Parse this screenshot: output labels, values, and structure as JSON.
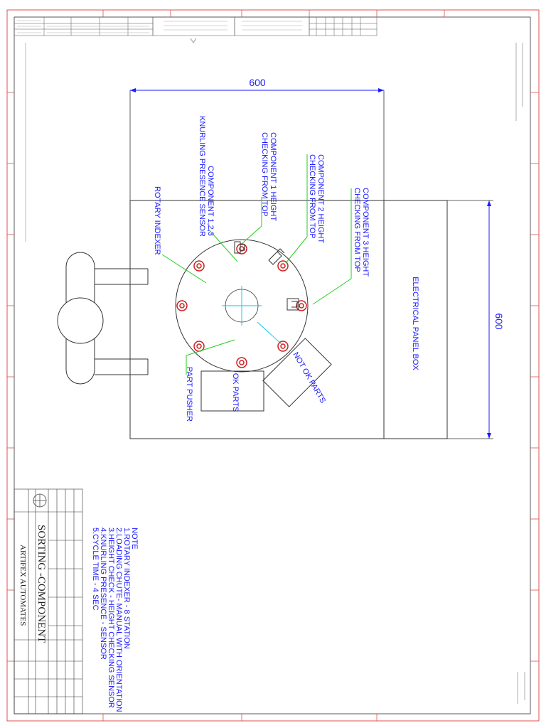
{
  "dimensions": {
    "top_width": "600",
    "right_height": "600"
  },
  "labels": {
    "electrical_panel": "ELECTRICAL PANEL BOX",
    "ok_parts": "OK PARTS",
    "not_ok_parts": "NOT OK PARTS",
    "part_pusher": "PART PUSHER",
    "rotary_indexer": "ROTARY INDEXER",
    "component_123_knurling": [
      "COMPONENT 1,2,3",
      "KNURLING PRESENCE SENSOR"
    ],
    "component_1_height": [
      "COMPONENT 1 HEIGHT",
      "CHECKING FROM TOP"
    ],
    "component_2_height": [
      "COMPONENT 2 HEIGHT",
      "CHECKING FROM TOP"
    ],
    "component_3_height": [
      "COMPONENT 3 HEIGHT",
      "CHECKING FROM TOP"
    ]
  },
  "notes": {
    "title": "NOTE",
    "items": [
      "1.ROTARY INDEXER - 8 STATION",
      "2.LOADING CHUTE- MANUAL WITH ORIENTATION",
      "3.HEIGHT CHECK - HEIGHT CHECKING SENSOR",
      "4.KNURLING PRESENCE - SENSOR",
      "5.CYCLE TIME - 4 SEC"
    ]
  },
  "title_block": {
    "drawing_title": "SORTING -COMPONENT",
    "company": "ARTIFEX AUTOMATES"
  },
  "colors": {
    "frame": "#e05050",
    "annotation": "#1a1aff",
    "leader": "#22cc22",
    "center_line": "#00c8e0",
    "station": "#cc2222"
  }
}
